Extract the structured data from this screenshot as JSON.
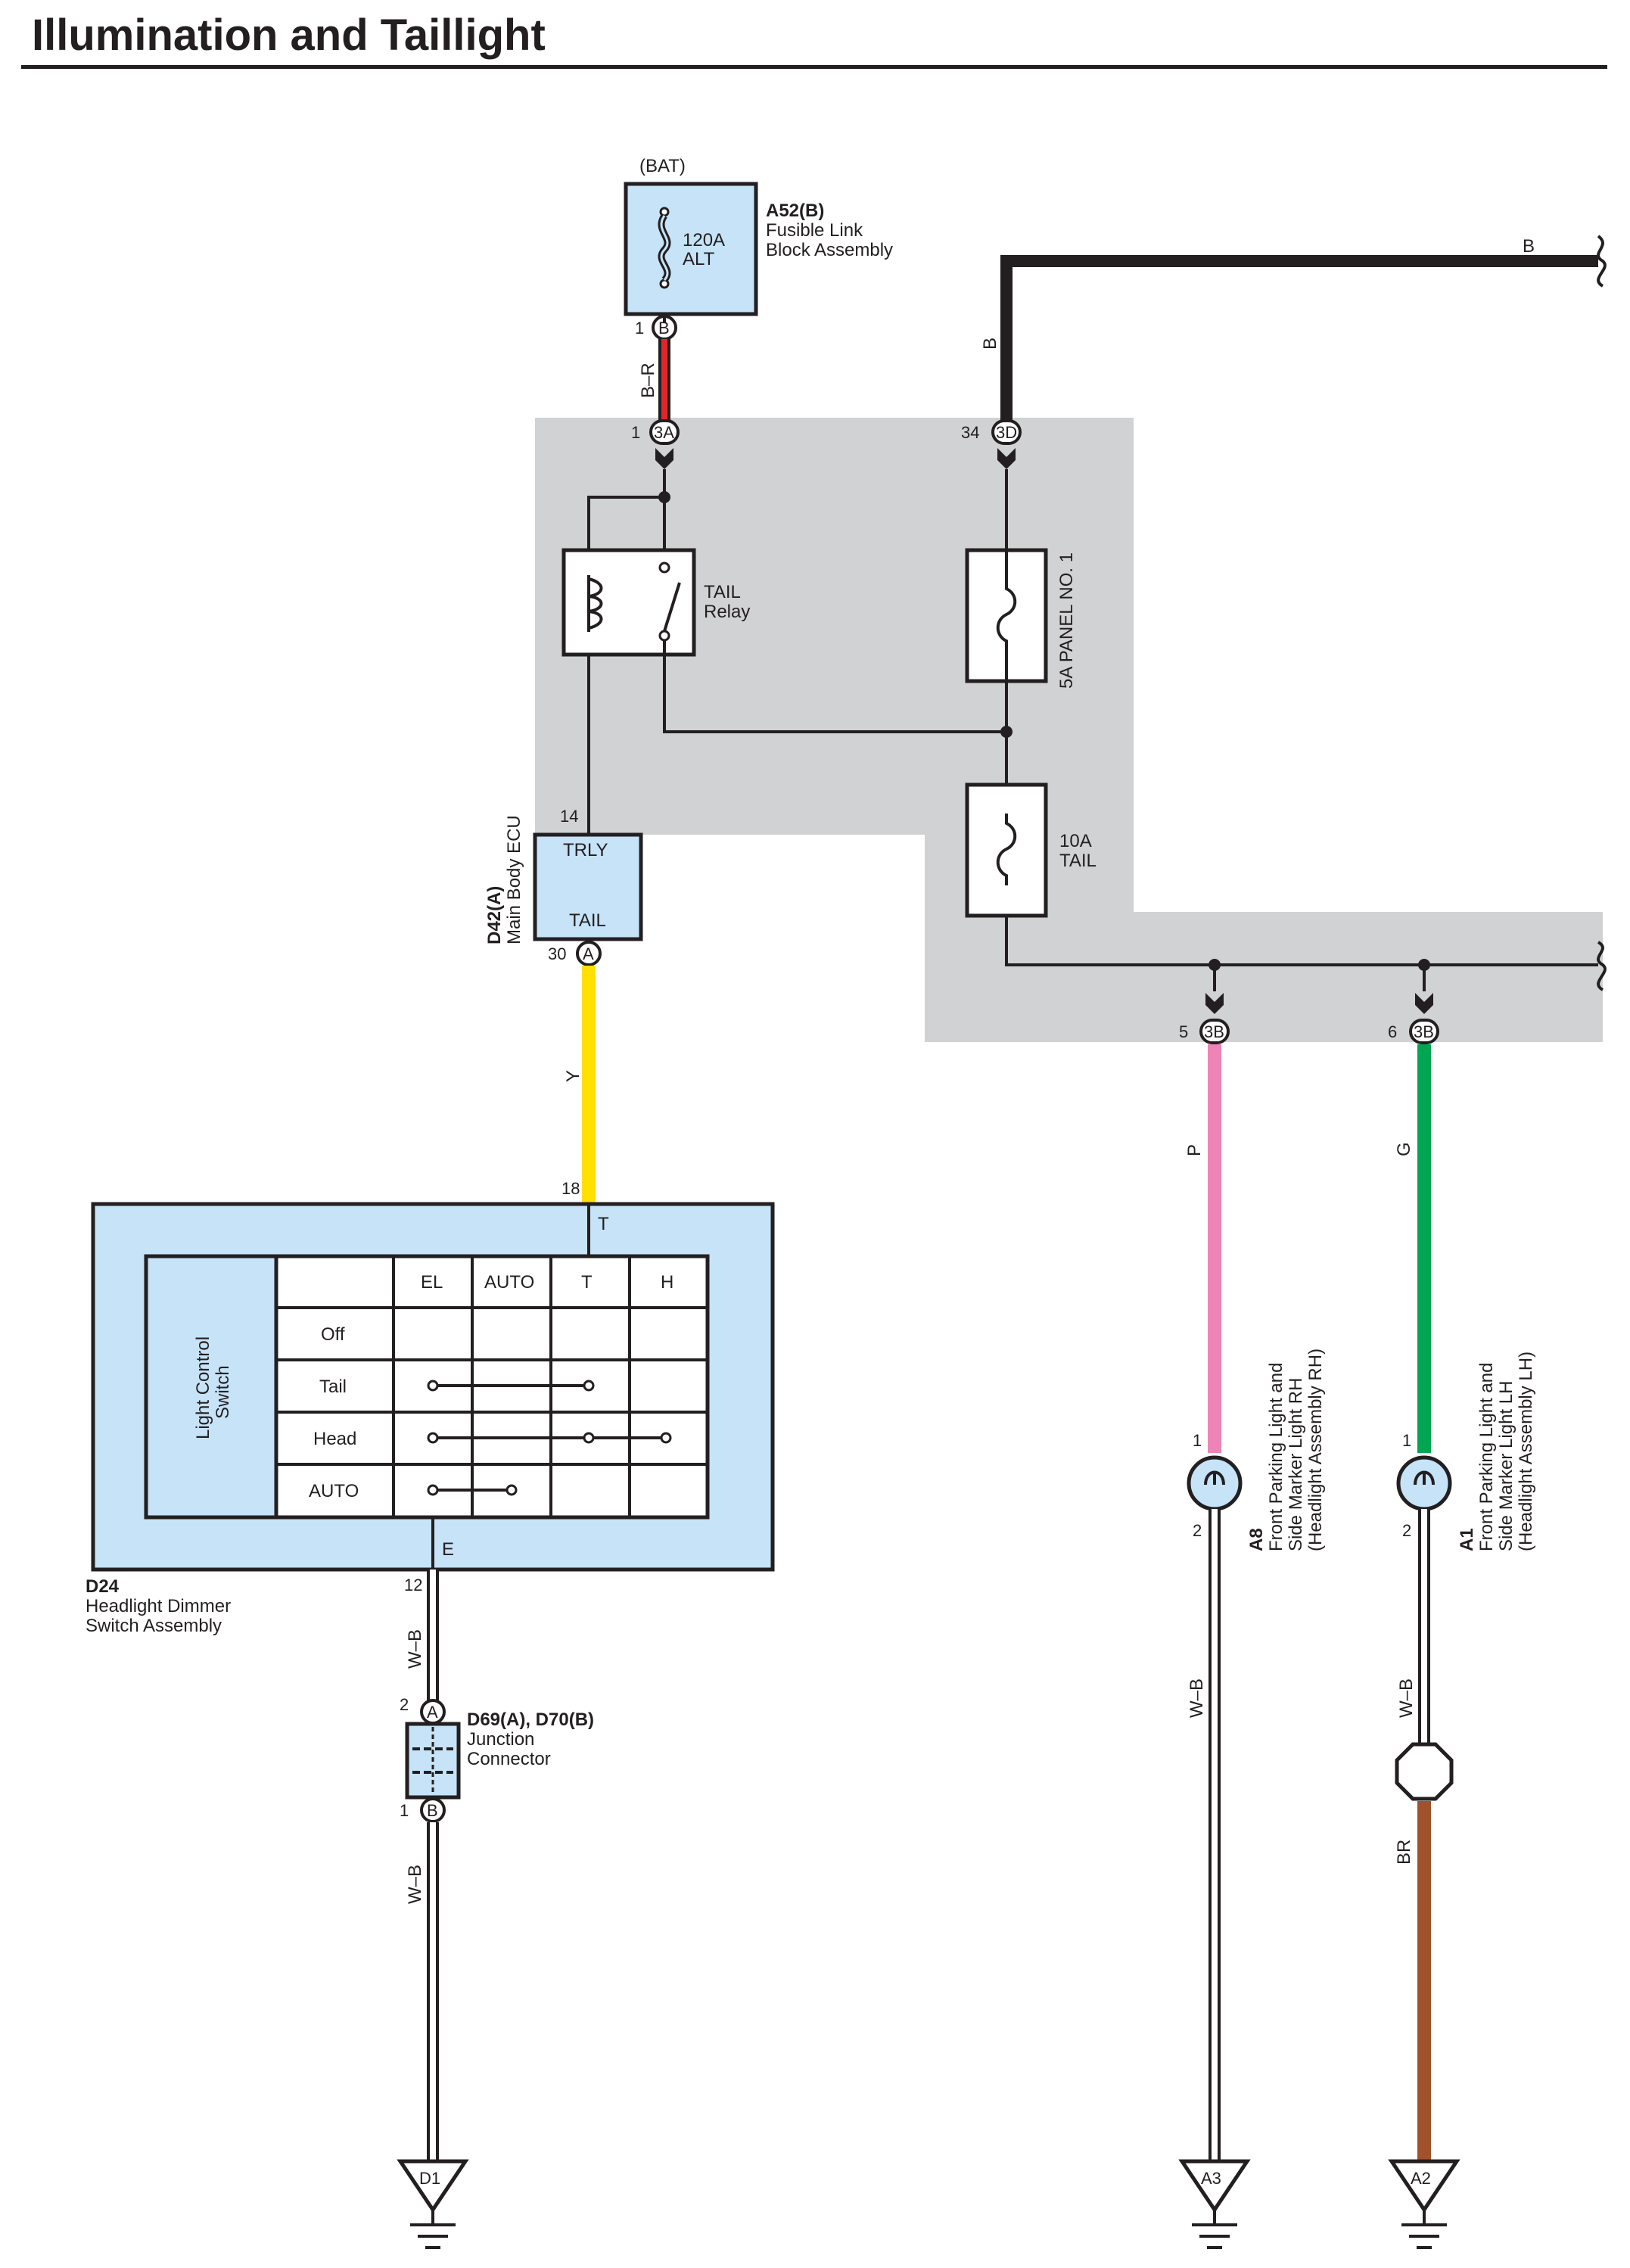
{
  "title": "Illumination and Taillight",
  "colors": {
    "panel_gray": "#d1d2d4",
    "component_blue": "#c6e3f7",
    "wire_red": "#e1262b",
    "wire_yellow": "#ffe000",
    "wire_pink": "#ee84b6",
    "wire_green": "#00a651",
    "wire_brown": "#a0522d",
    "line": "#231f20"
  },
  "power": {
    "source": "(BAT)",
    "fuse_rating": "120A",
    "fuse_name": "ALT",
    "connector_id": "A52(B)",
    "connector_name_1": "Fusible Link",
    "connector_name_2": "Block Assembly",
    "pin_num": "1",
    "pin_letter": "B"
  },
  "wires": {
    "br": "B–R",
    "b_vert": "B",
    "b_horiz": "B",
    "y": "Y",
    "p": "P",
    "g": "G",
    "wb_1": "W–B",
    "wb_2": "W–B",
    "wb_3": "W–B",
    "wb_4": "W–B",
    "br_brown": "BR"
  },
  "junction_block": {
    "pin_3a_num": "1",
    "pin_3a": "3A",
    "pin_3d_num": "34",
    "pin_3d": "3D",
    "relay_label_1": "TAIL",
    "relay_label_2": "Relay",
    "fuse_panel": "5A PANEL NO. 1",
    "fuse_tail_rating": "10A",
    "fuse_tail_name": "TAIL",
    "pin_3b_rh_num": "5",
    "pin_3b_rh": "3B",
    "pin_3b_lh_num": "6",
    "pin_3b_lh": "3B"
  },
  "ecu": {
    "id": "D42(A)",
    "name": "Main Body ECU",
    "top_pin": "14",
    "top_label": "TRLY",
    "bottom_label": "TAIL",
    "bottom_pin_num": "30",
    "bottom_pin_letter": "A"
  },
  "dimmer": {
    "id": "D24",
    "name_1": "Headlight Dimmer",
    "name_2": "Switch Assembly",
    "pin_t_num": "18",
    "pin_t": "T",
    "pin_e": "E",
    "pin_e_num": "12",
    "switch_label_1": "Light Control",
    "switch_label_2": "Switch",
    "columns": [
      "EL",
      "AUTO",
      "T",
      "H"
    ],
    "rows": [
      "Off",
      "Tail",
      "Head",
      "AUTO"
    ]
  },
  "junction_connector": {
    "id": "D69(A), D70(B)",
    "name_1": "Junction",
    "name_2": "Connector",
    "pin_a_num": "2",
    "pin_a": "A",
    "pin_b_num": "1",
    "pin_b": "B"
  },
  "lamp_rh": {
    "id": "A8",
    "name_1": "Front Parking Light and",
    "name_2": "Side Marker Light RH",
    "name_3": "(Headlight Assembly RH)",
    "pin_1": "1",
    "pin_2": "2"
  },
  "lamp_lh": {
    "id": "A1",
    "name_1": "Front Parking Light and",
    "name_2": "Side Marker Light LH",
    "name_3": "(Headlight Assembly LH)",
    "pin_1": "1",
    "pin_2": "2"
  },
  "grounds": {
    "d1": "D1",
    "a3": "A3",
    "a2": "A2"
  }
}
